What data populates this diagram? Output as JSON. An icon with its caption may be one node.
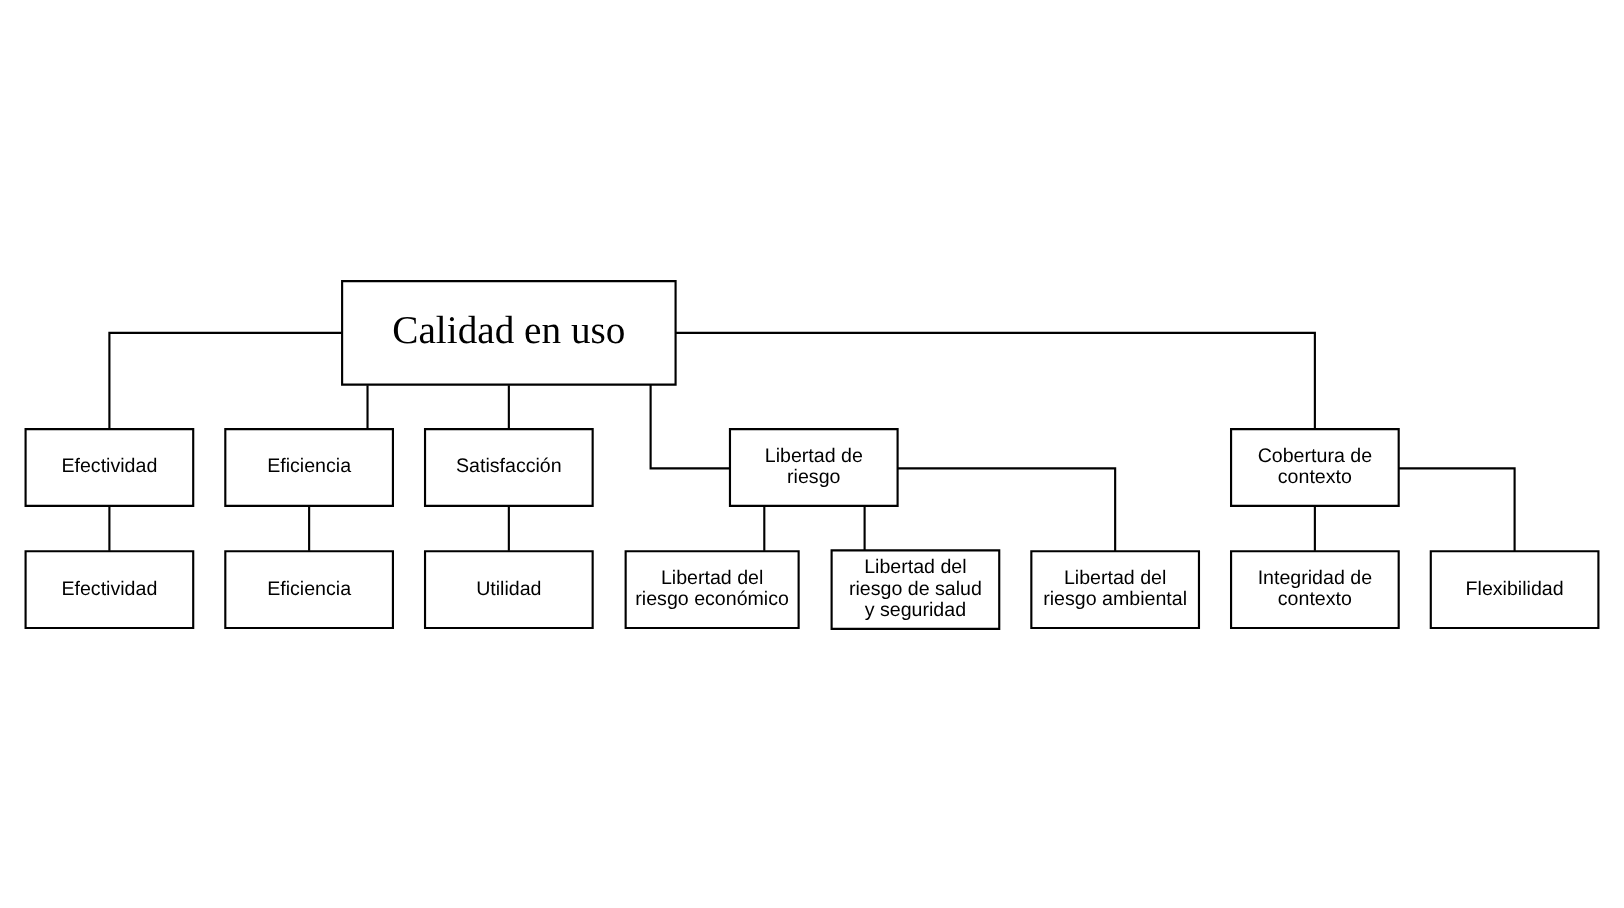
{
  "diagram": {
    "nodes": [
      {
        "text": [
          "Calidad en uso"
        ]
      },
      {
        "text": [
          "Efectividad"
        ]
      },
      {
        "text": [
          "Eficiencia"
        ]
      },
      {
        "text": [
          "Satisfacción"
        ]
      },
      {
        "text": [
          "Libertad de riesgo"
        ]
      },
      {
        "text": [
          "Cobertura de contexto"
        ]
      },
      {
        "text": [
          "Efectividad"
        ]
      },
      {
        "text": [
          "Eficiencia"
        ]
      },
      {
        "text": [
          "Utilidad"
        ]
      },
      {
        "text": [
          "Libertad del riesgo económico"
        ]
      },
      {
        "text": [
          "Libertad del riesgo de salud y seguridad"
        ]
      },
      {
        "text": [
          "Libertad del riesgo ambiental"
        ]
      },
      {
        "text": [
          "Integridad de contexto"
        ]
      },
      {
        "text": [
          "Flexibilidad"
        ]
      }
    ],
    "edges": [
      {
        "from": 0,
        "to": 1,
        "arrow": "none"
      },
      {
        "from": 0,
        "to": 2,
        "arrow": "none"
      },
      {
        "from": 0,
        "to": 3,
        "arrow": "none"
      },
      {
        "from": 0,
        "to": 4,
        "arrow": "none"
      },
      {
        "from": 0,
        "to": 5,
        "arrow": "none"
      },
      {
        "from": 1,
        "to": 6,
        "arrow": "none"
      },
      {
        "from": 2,
        "to": 7,
        "arrow": "none"
      },
      {
        "from": 3,
        "to": 8,
        "arrow": "none"
      },
      {
        "from": 4,
        "to": 9,
        "arrow": "none"
      },
      {
        "from": 4,
        "to": 10,
        "arrow": "none"
      },
      {
        "from": 4,
        "to": 11,
        "arrow": "none"
      },
      {
        "from": 5,
        "to": 12,
        "arrow": "none"
      },
      {
        "from": 5,
        "to": 13,
        "arrow": "none"
      }
    ]
  }
}
